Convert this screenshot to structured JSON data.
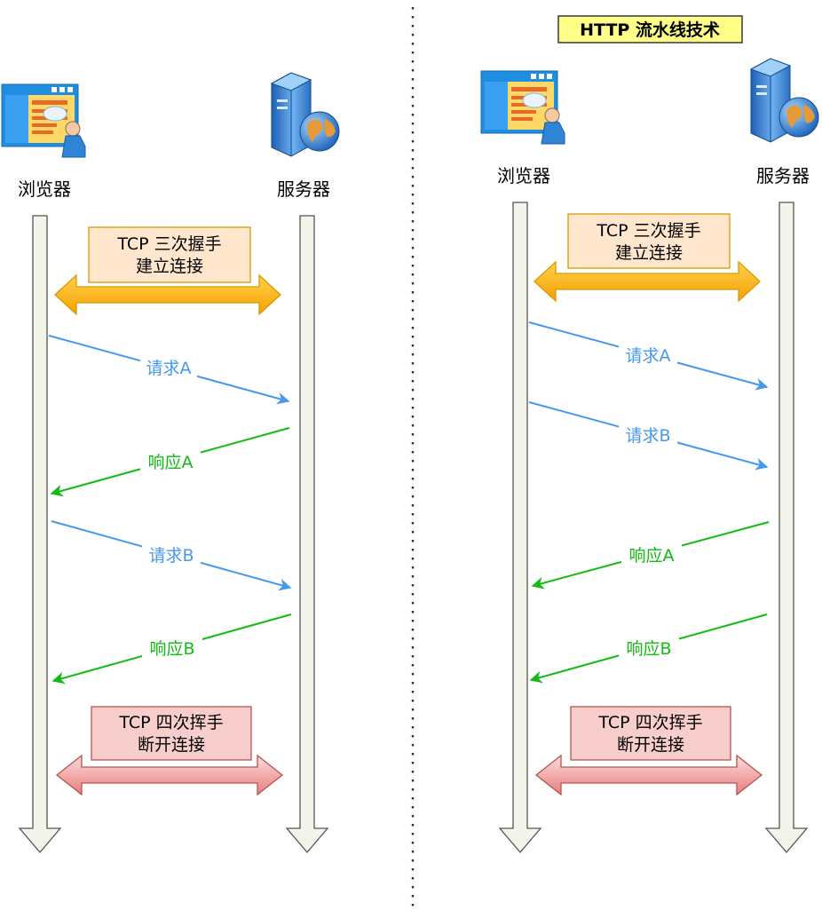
{
  "title": "HTTP 流水线技术",
  "colors": {
    "request": "#4499ee",
    "response": "#11bb11",
    "open_fill": "#ffe6cc",
    "open_stroke": "#d79b00",
    "close_fill": "#f8cecc",
    "close_stroke": "#b85450",
    "title_fill": "#ffff88",
    "lifeline_fill": "#f5f4eb"
  },
  "left": {
    "browser_label": "浏览器",
    "server_label": "服务器",
    "handshake_line1": "TCP 三次握手",
    "handshake_line2": "建立连接",
    "request_a": "请求A",
    "response_a": "响应A",
    "request_b": "请求B",
    "response_b": "响应B",
    "close_line1": "TCP 四次挥手",
    "close_line2": "断开连接"
  },
  "right": {
    "browser_label": "浏览器",
    "server_label": "服务器",
    "handshake_line1": "TCP 三次握手",
    "handshake_line2": "建立连接",
    "request_a": "请求A",
    "request_b": "请求B",
    "response_a": "响应A",
    "response_b": "响应B",
    "close_line1": "TCP 四次挥手",
    "close_line2": "断开连接"
  },
  "icons": {
    "browser": "browser-window-icon",
    "server": "server-globe-icon"
  }
}
